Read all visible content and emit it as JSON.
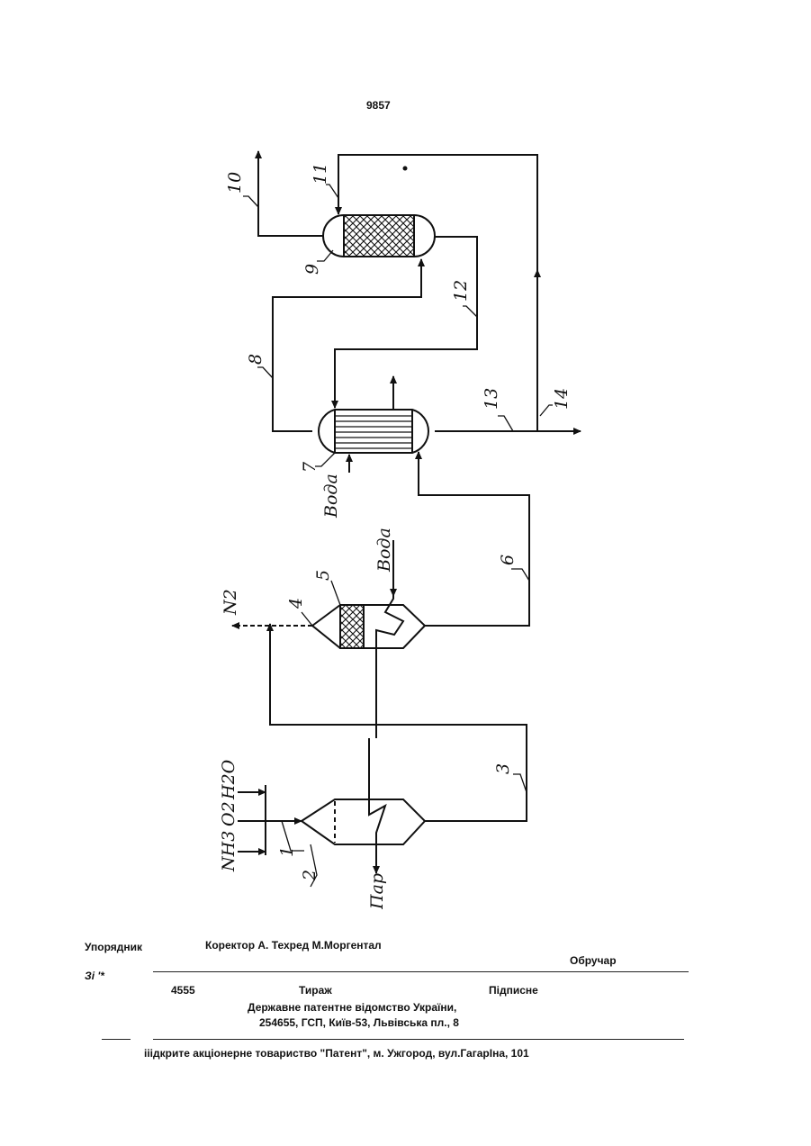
{
  "page_number": "9857",
  "diagram": {
    "labels": {
      "l1": "1",
      "l2": "2",
      "l3": "3",
      "l4": "4",
      "l5": "5",
      "l6": "6",
      "l7": "7",
      "l8": "8",
      "l9": "9",
      "l10": "10",
      "l11": "11",
      "l12": "12",
      "l13": "13",
      "l14": "14",
      "nh3": "NH3",
      "o2": "O2",
      "h2o": "H2O",
      "steam": "Пар",
      "water_5": "Вода",
      "water_7": "Вода",
      "n2": "N2"
    }
  },
  "footer": {
    "compiler": "Упорядник",
    "corrector_techred": "Коректор А. Техред М.Моргентал",
    "obruchar": "Обручар",
    "zi_mark": "Зі '*",
    "order_no": "4555",
    "tirazh": "Тираж",
    "pidpysne": "Підписне",
    "office_line1": "Державне патентне відомство України,",
    "office_line2": "254655, ГСП, Київ-53, Львівська пл., 8",
    "printer": "ііідкрите акціонерне товариство  \"Патент\", м. Ужгород, вул.ГагарІна, 101"
  }
}
